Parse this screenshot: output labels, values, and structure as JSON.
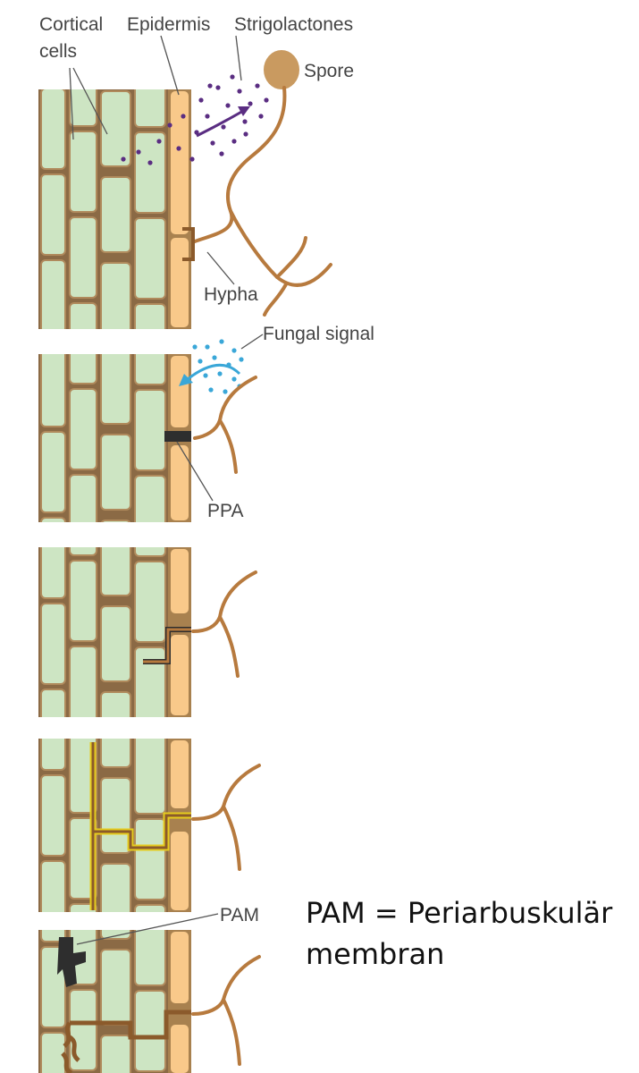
{
  "labels": {
    "cortical_cells": [
      "Cortical",
      "cells"
    ],
    "epidermis": "Epidermis",
    "strigolactones": "Strigolactones",
    "spore": "Spore",
    "hypha": "Hypha",
    "fungal_signal": "Fungal signal",
    "ppa": "PPA",
    "pam": "PAM"
  },
  "caption": {
    "line1": "PAM = Periarbuskulär",
    "line2": "membran"
  },
  "colors": {
    "cortex_fill": "#cde5c3",
    "cell_wall": "#b08a5c",
    "epidermis_fill": "#f9c98a",
    "hypha": "#b77a3e",
    "strigolactone_dots": "#5a2d82",
    "fungal_signal_dots": "#3aa7d8",
    "ppa_dark": "#2e2e2e",
    "pam_yellow": "#e6cc1e"
  }
}
